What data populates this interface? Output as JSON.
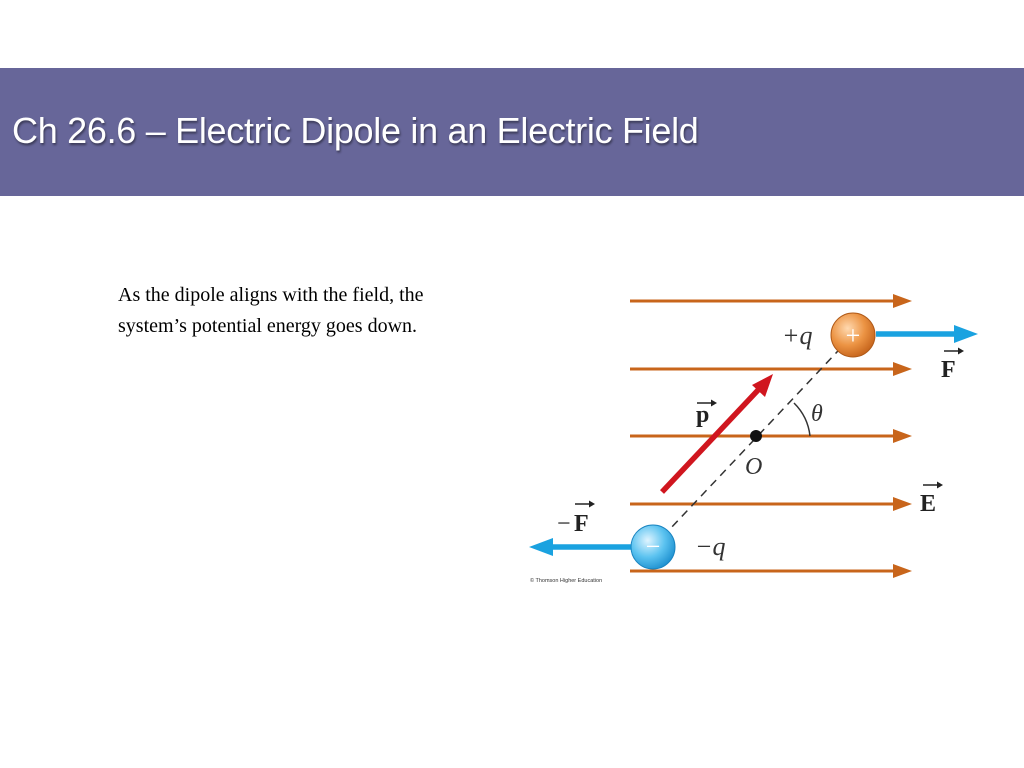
{
  "slide": {
    "title": "Ch 26.6 – Electric Dipole in an Electric Field",
    "body_lines": [
      "As the dipole aligns with the field, the",
      "system’s potential energy goes down."
    ]
  },
  "figure": {
    "labels": {
      "plus_q": "+q",
      "minus_q": "−q",
      "plus_sign": "+",
      "minus_sign": "−",
      "force": "F",
      "neg_force_sign": "−",
      "neg_force": "F",
      "field": "E",
      "dipole_moment": "p",
      "theta": "θ",
      "origin": "O",
      "credit": "© Thomson Higher Education"
    },
    "colors": {
      "field_lines": "#c8651b",
      "force_arrows": "#1aa2e0",
      "dipole_arrow": "#d0161f",
      "positive_charge": "#e8883a",
      "negative_charge": "#4ab7ea",
      "title_bar": "#676699"
    }
  }
}
